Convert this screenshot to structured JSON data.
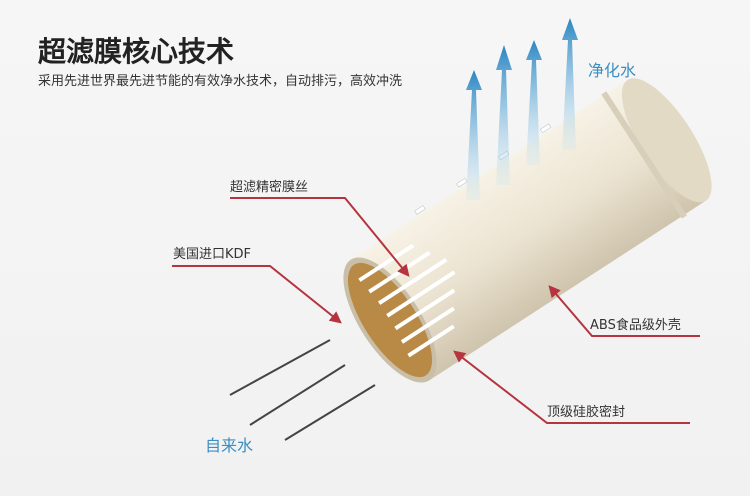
{
  "header": {
    "title": "超滤膜核心技术",
    "subtitle": "采用先进世界最先进节能的有效净水技术，自动排污，高效冲洗"
  },
  "labels": {
    "membrane": "超滤精密膜丝",
    "kdf": "美国进口KDF",
    "shell": "ABS食品级外壳",
    "seal": "顶级硅胶密封",
    "clean_water": "净化水",
    "tap_water": "自来水"
  },
  "colors": {
    "leader": "#b5343f",
    "water": "#3a8fc4",
    "kdf": "#b98a45",
    "shell": "#ece5d6"
  }
}
